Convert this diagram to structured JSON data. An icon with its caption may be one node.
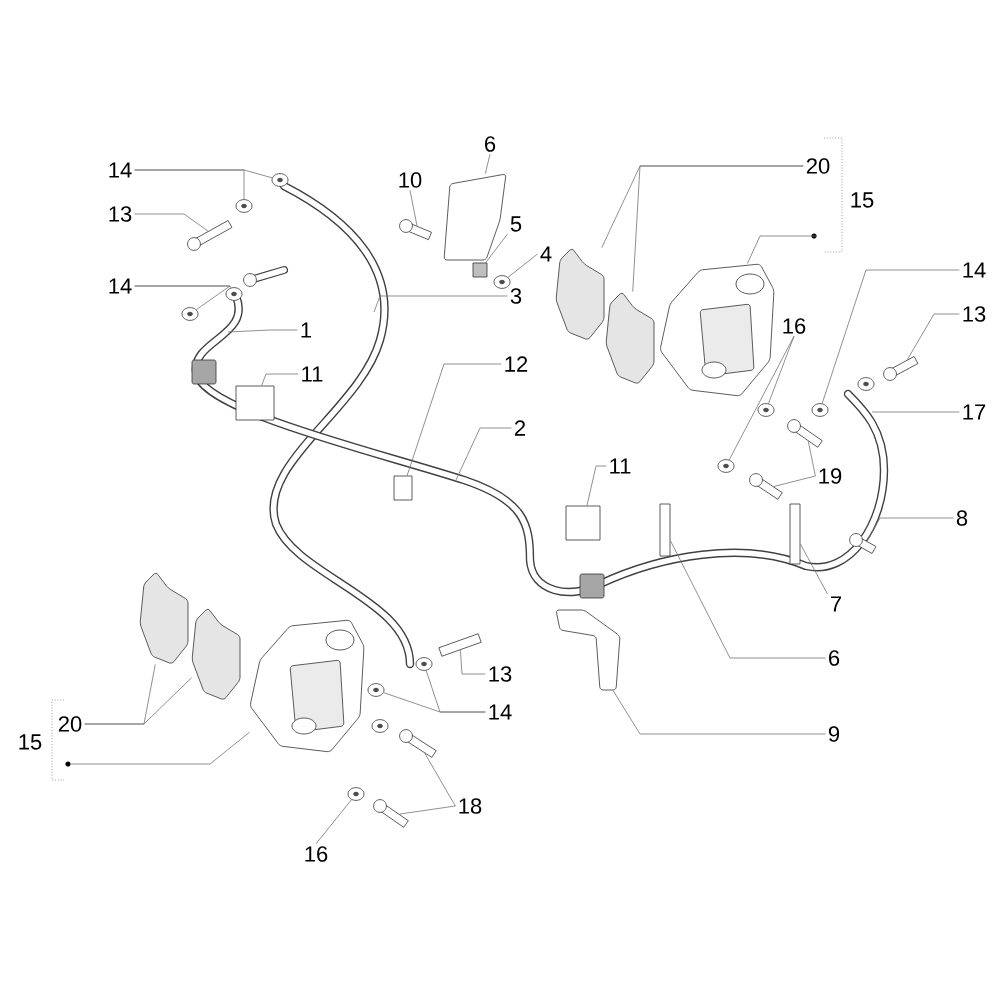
{
  "diagram": {
    "nodes": [
      {
        "text": [
          "6"
        ]
      },
      {
        "text": [
          "20"
        ]
      },
      {
        "text": [
          "14"
        ]
      },
      {
        "text": [
          "10"
        ]
      },
      {
        "text": [
          "15"
        ]
      },
      {
        "text": [
          "13"
        ]
      },
      {
        "text": [
          "5"
        ]
      },
      {
        "text": [
          "4"
        ]
      },
      {
        "text": [
          "14"
        ]
      },
      {
        "text": [
          "14"
        ]
      },
      {
        "text": [
          "3"
        ]
      },
      {
        "text": [
          "13"
        ]
      },
      {
        "text": [
          "1"
        ]
      },
      {
        "text": [
          "16"
        ]
      },
      {
        "text": [
          "12"
        ]
      },
      {
        "text": [
          "11"
        ]
      },
      {
        "text": [
          "17"
        ]
      },
      {
        "text": [
          "2"
        ]
      },
      {
        "text": [
          "19"
        ]
      },
      {
        "text": [
          "11"
        ]
      },
      {
        "text": [
          "8"
        ]
      },
      {
        "text": [
          "7"
        ]
      },
      {
        "text": [
          "6"
        ]
      },
      {
        "text": [
          "13"
        ]
      },
      {
        "text": [
          "14"
        ]
      },
      {
        "text": [
          "20"
        ]
      },
      {
        "text": [
          "9"
        ]
      },
      {
        "text": [
          "15"
        ]
      },
      {
        "text": [
          "18"
        ]
      },
      {
        "text": [
          "16"
        ]
      },
      {
        "text": [],
        "shape": "picture"
      },
      {
        "text": [],
        "shape": "picture"
      },
      {
        "text": [],
        "shape": "picture"
      },
      {
        "text": [],
        "shape": "picture"
      },
      {
        "text": [],
        "shape": "picture"
      },
      {
        "text": [],
        "shape": "picture"
      },
      {
        "text": [],
        "shape": "picture"
      },
      {
        "text": [],
        "shape": "picture"
      },
      {
        "text": [],
        "shape": "box"
      },
      {
        "text": [],
        "shape": "picture"
      },
      {
        "text": [],
        "shape": "picture"
      },
      {
        "text": [],
        "shape": "picture"
      },
      {
        "text": [],
        "shape": "picture"
      },
      {
        "text": [],
        "shape": "picture"
      },
      {
        "text": [],
        "shape": "picture"
      },
      {
        "text": [],
        "shape": "picture"
      },
      {
        "text": [],
        "shape": "box"
      },
      {
        "text": [],
        "shape": "box"
      },
      {
        "text": [],
        "shape": "picture"
      },
      {
        "text": [],
        "shape": "picture"
      },
      {
        "text": [],
        "shape": "box"
      },
      {
        "text": [],
        "shape": "picture"
      },
      {
        "text": [],
        "shape": "box"
      },
      {
        "text": [],
        "shape": "box"
      },
      {
        "text": [],
        "shape": "picture"
      },
      {
        "text": [],
        "shape": "box"
      },
      {
        "text": [],
        "shape": "picture"
      },
      {
        "text": [],
        "shape": "picture"
      },
      {
        "text": [],
        "shape": "picture"
      },
      {
        "text": [],
        "shape": "picture"
      },
      {
        "text": [],
        "shape": "picture"
      },
      {
        "text": [],
        "shape": "picture"
      },
      {
        "text": [],
        "shape": "picture"
      },
      {
        "text": [],
        "shape": "picture"
      },
      {
        "text": [],
        "shape": "circle"
      },
      {
        "text": [],
        "shape": "circle"
      }
    ],
    "edges": [
      {
        "from": 0,
        "to": 30,
        "arrow": "none"
      },
      {
        "from": 1,
        "to": 31,
        "arrow": "none"
      },
      {
        "from": 1,
        "to": 32,
        "arrow": "none"
      },
      {
        "from": 2,
        "to": 33,
        "arrow": "none"
      },
      {
        "from": 2,
        "to": 34,
        "arrow": "none"
      },
      {
        "from": 3,
        "to": 35,
        "arrow": "none"
      },
      {
        "from": 64,
        "to": 36,
        "arrow": "none"
      },
      {
        "from": 5,
        "to": 37,
        "arrow": "none"
      },
      {
        "from": 6,
        "to": 38,
        "arrow": "none"
      },
      {
        "from": 7,
        "to": 39,
        "arrow": "none"
      },
      {
        "from": 9,
        "to": 40,
        "arrow": "none"
      },
      {
        "from": 9,
        "to": 41,
        "arrow": "none"
      },
      {
        "from": 10,
        "to": null,
        "arrow": "none"
      },
      {
        "from": 11,
        "to": 42,
        "arrow": "none"
      },
      {
        "from": 8,
        "to": 43,
        "arrow": "none"
      },
      {
        "from": 12,
        "to": null,
        "arrow": "none"
      },
      {
        "from": 13,
        "to": 44,
        "arrow": "none"
      },
      {
        "from": 13,
        "to": 45,
        "arrow": "none"
      },
      {
        "from": 14,
        "to": 46,
        "arrow": "none"
      },
      {
        "from": 15,
        "to": 47,
        "arrow": "none"
      },
      {
        "from": 16,
        "to": null,
        "arrow": "none"
      },
      {
        "from": 17,
        "to": null,
        "arrow": "none"
      },
      {
        "from": 18,
        "to": 48,
        "arrow": "none"
      },
      {
        "from": 18,
        "to": 49,
        "arrow": "none"
      },
      {
        "from": 19,
        "to": 50,
        "arrow": "none"
      },
      {
        "from": 20,
        "to": 51,
        "arrow": "none"
      },
      {
        "from": 21,
        "to": 52,
        "arrow": "none"
      },
      {
        "from": 22,
        "to": 53,
        "arrow": "none"
      },
      {
        "from": 26,
        "to": 54,
        "arrow": "none"
      },
      {
        "from": 23,
        "to": 55,
        "arrow": "none"
      },
      {
        "from": 24,
        "to": 56,
        "arrow": "none"
      },
      {
        "from": 24,
        "to": 57,
        "arrow": "none"
      },
      {
        "from": 25,
        "to": 58,
        "arrow": "none"
      },
      {
        "from": 25,
        "to": 59,
        "arrow": "none"
      },
      {
        "from": 65,
        "to": 60,
        "arrow": "none"
      },
      {
        "from": 28,
        "to": 61,
        "arrow": "none"
      },
      {
        "from": 28,
        "to": 62,
        "arrow": "none"
      },
      {
        "from": 29,
        "to": 63,
        "arrow": "none"
      }
    ]
  }
}
